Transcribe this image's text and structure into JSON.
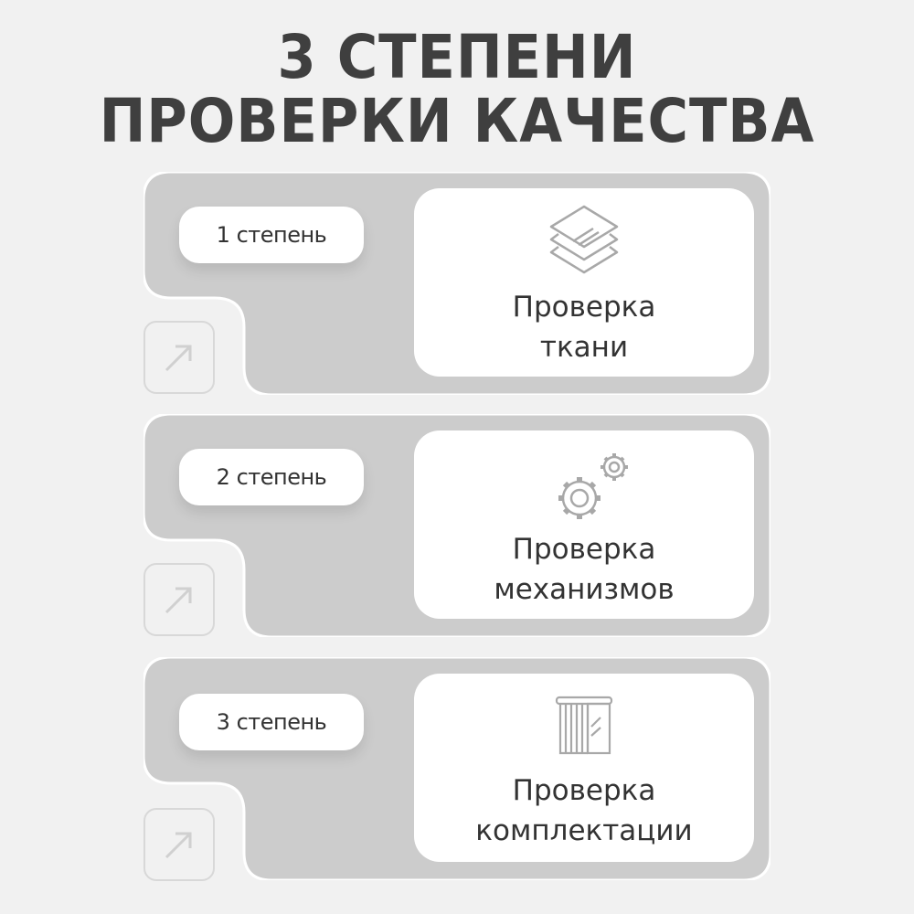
{
  "title": {
    "line1": "3 СТЕПЕНИ",
    "line2": "ПРОВЕРКИ КАЧЕСТВА"
  },
  "colors": {
    "background": "#f1f1f1",
    "panel": "#cccccc",
    "card": "#ffffff",
    "text": "#3f3f3f",
    "icon": "#a8a8a8"
  },
  "steps": [
    {
      "badge": "1 степень",
      "icon": "layers-icon",
      "label_line1": "Проверка",
      "label_line2": "ткани"
    },
    {
      "badge": "2 степень",
      "icon": "gears-icon",
      "label_line1": "Проверка",
      "label_line2": "механизмов"
    },
    {
      "badge": "3 степень",
      "icon": "curtain-icon",
      "label_line1": "Проверка",
      "label_line2": "комплектации"
    }
  ],
  "arrow_icon": "arrow-up-right-icon"
}
